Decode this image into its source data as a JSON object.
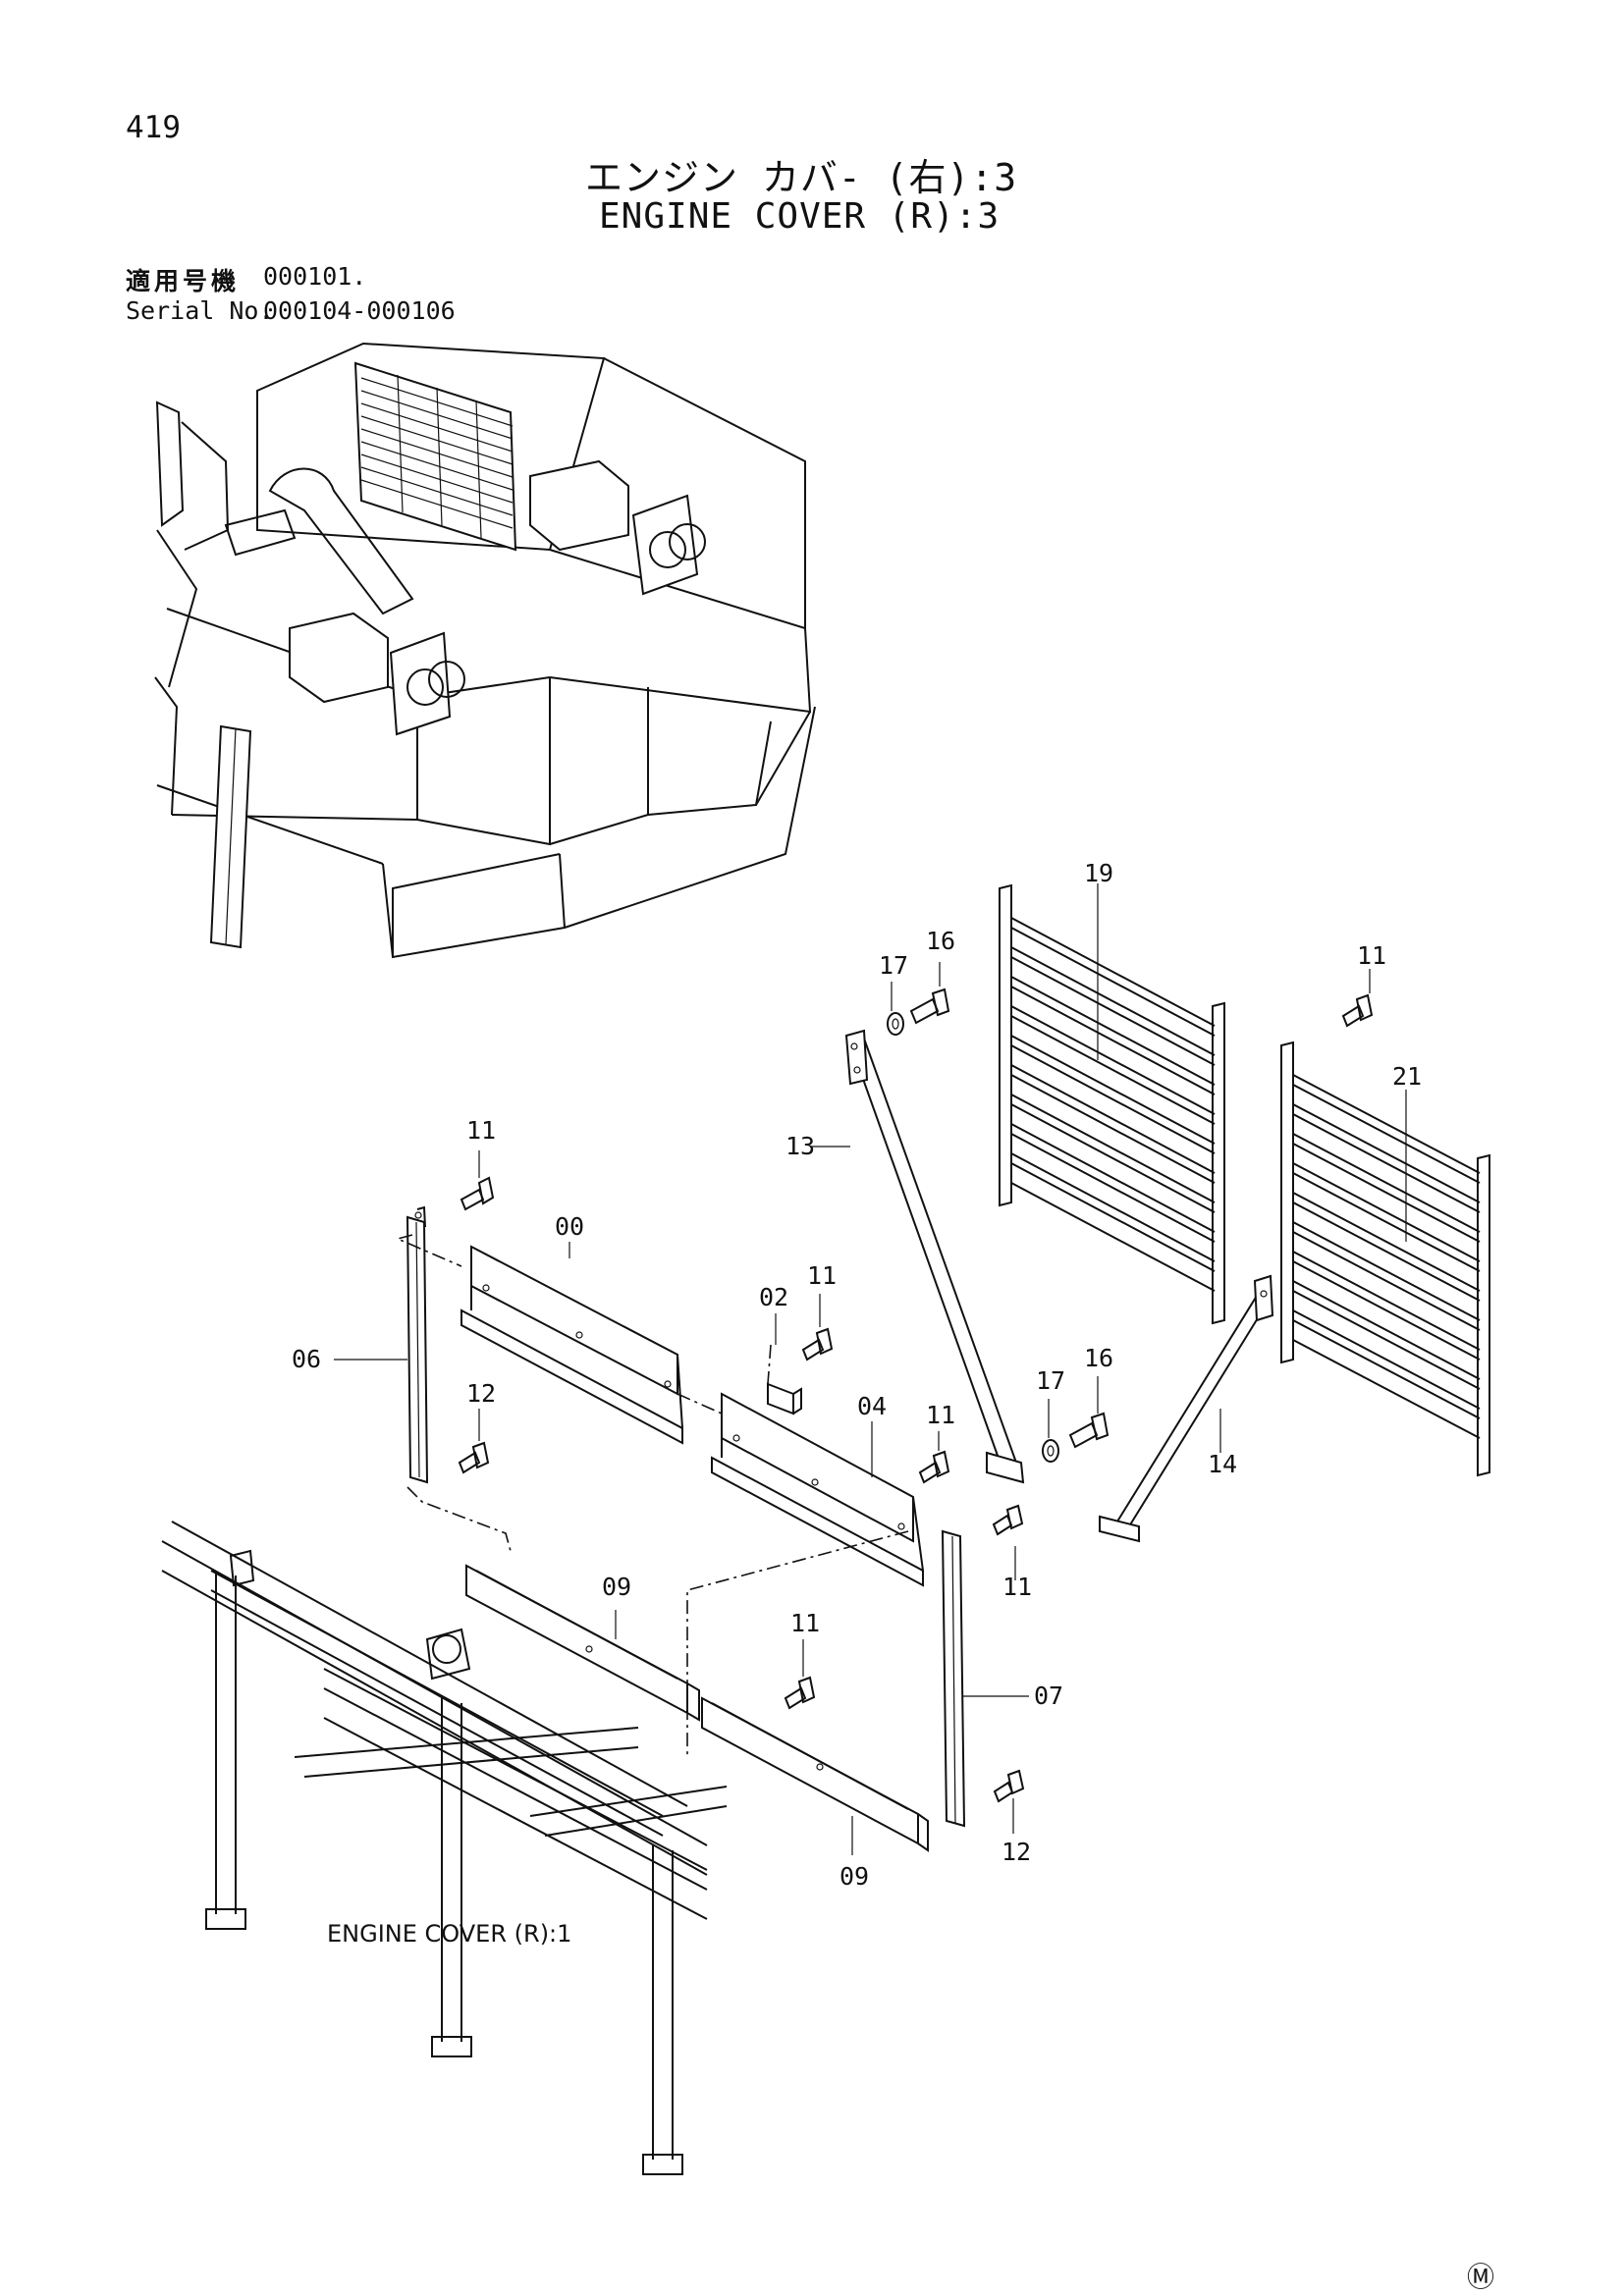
{
  "header": {
    "page_number": "419",
    "title_jp": "エンジン カバ- (右):3",
    "title_en": "ENGINE COVER (R):3",
    "applicability_label_jp": "適用号機",
    "applicability_value_jp": "000101.",
    "serial_label": "Serial No.",
    "serial_value": "000104-000106"
  },
  "callouts": {
    "c00": "00",
    "c02": "02",
    "c04": "04",
    "c06": "06",
    "c07": "07",
    "c09a": "09",
    "c09b": "09",
    "c11a": "11",
    "c11b": "11",
    "c11c": "11",
    "c11d": "11",
    "c11e": "11",
    "c11f": "11",
    "c12a": "12",
    "c12b": "12",
    "c13": "13",
    "c14": "14",
    "c16a": "16",
    "c16b": "16",
    "c17a": "17",
    "c17b": "17",
    "c19": "19",
    "c21": "21"
  },
  "subassembly_label": "ENGINE COVER (R):1",
  "footer_marker": "Ⓜ"
}
